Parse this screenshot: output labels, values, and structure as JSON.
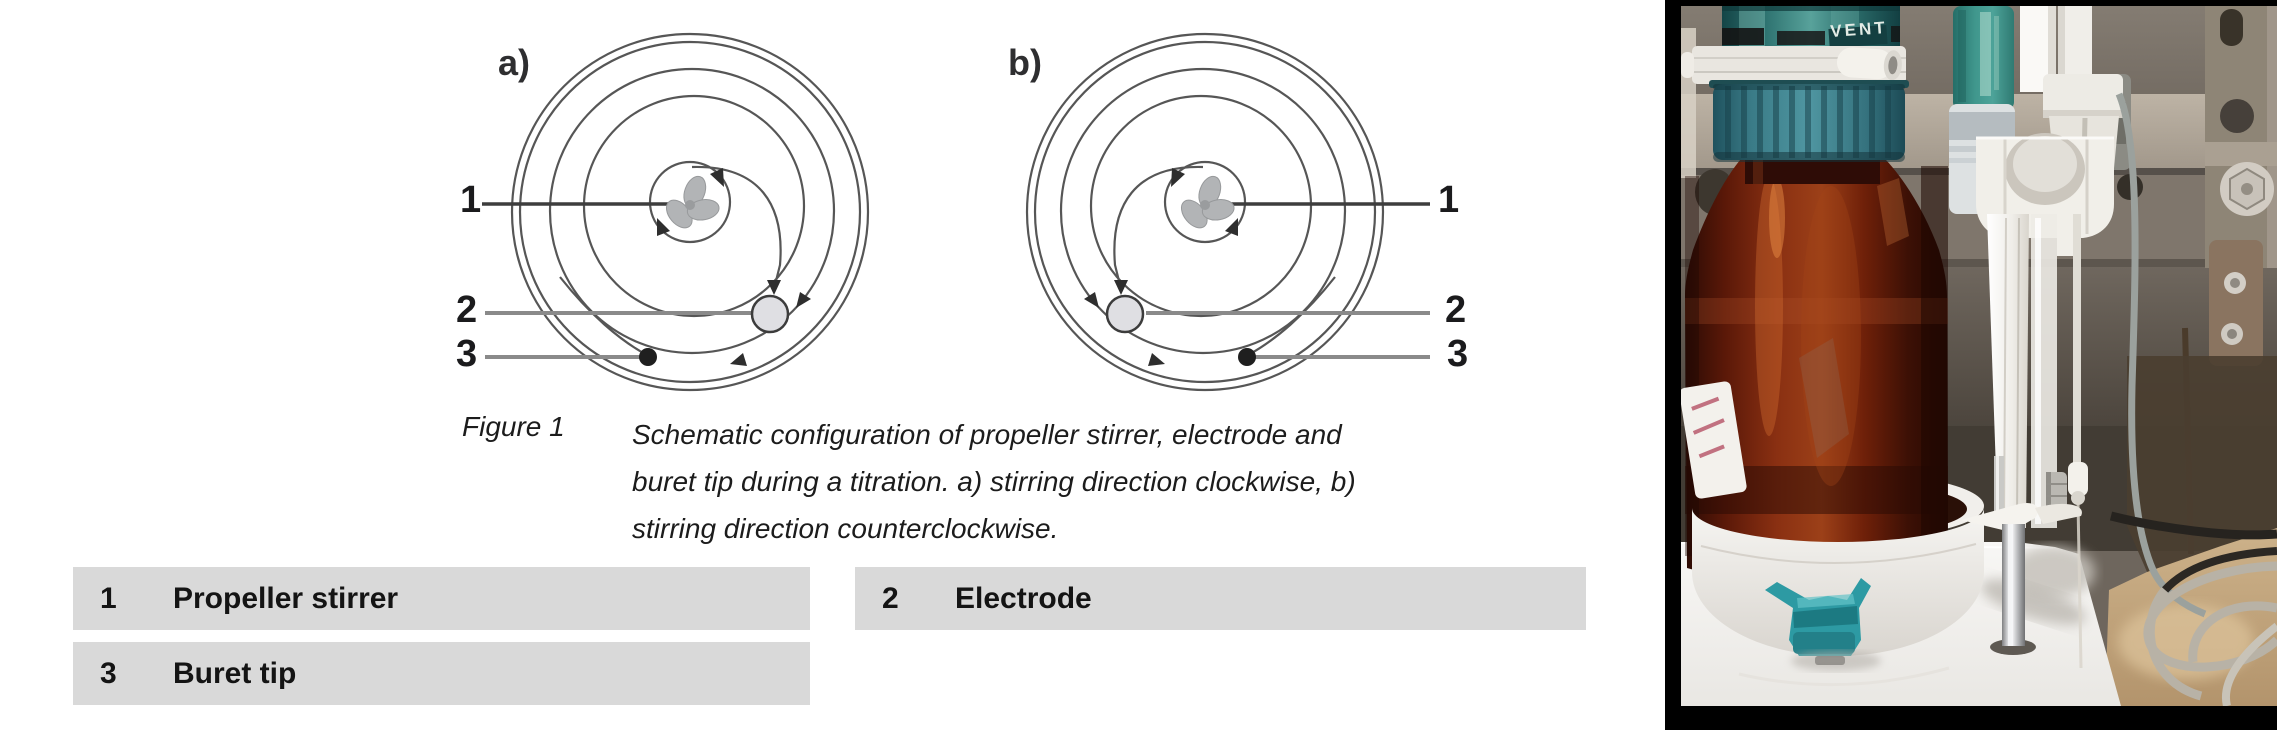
{
  "figure": {
    "panels": [
      {
        "label": "a)"
      },
      {
        "label": "b)"
      }
    ],
    "callouts": [
      "1",
      "2",
      "3"
    ],
    "caption_label": "Figure 1",
    "caption_lines": [
      "Schematic configuration of propeller stirrer, electrode and",
      "buret tip during a titration. a) stirring direction clockwise, b)",
      "stirring direction counterclockwise."
    ]
  },
  "legend": {
    "items": [
      {
        "num": "1",
        "label": "Propeller stirrer"
      },
      {
        "num": "2",
        "label": "Electrode"
      },
      {
        "num": "3",
        "label": "Buret tip"
      }
    ]
  },
  "photo": {
    "vent_label": "VENT"
  },
  "colors": {
    "legend_row_bg": "#d9d9d9",
    "cap_teal": "#3d7f8b",
    "clip_teal": "#2d9aa3",
    "bottle_amber": "#7a2810",
    "electrode_fill": "#dfdfe3",
    "floor_tan": "#c9ad85",
    "steel_gray": "#7f766c"
  }
}
